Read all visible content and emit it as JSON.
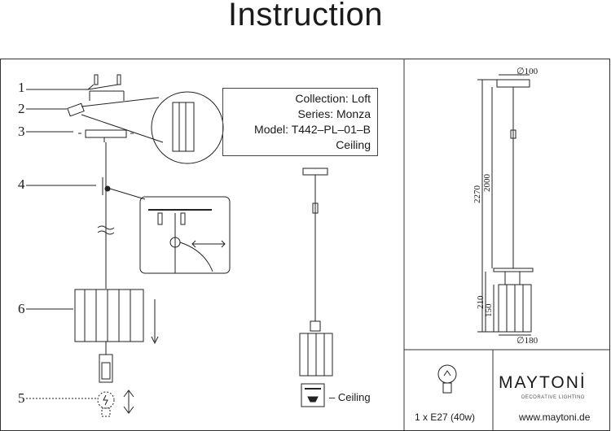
{
  "title": "Instruction",
  "callouts": [
    "1",
    "2",
    "3",
    "4",
    "5",
    "6"
  ],
  "product_info": {
    "collection": "Collection: Loft",
    "series": "Series: Monza",
    "model": "Model: T442–PL–01–B",
    "mount": "Ceiling"
  },
  "dimensions": {
    "canopy_diameter": "∅100",
    "total_height": "2270",
    "cord_length": "2000",
    "shade_with_holder": "210",
    "shade_height": "150",
    "shade_diameter": "∅180"
  },
  "legend": {
    "ceiling": "– Ceiling"
  },
  "bulb": {
    "spec": "1 x E27 (40w)",
    "icon": "bulb-icon"
  },
  "brand": {
    "name": "MAYTONİ",
    "tagline": "DECORATIVE LIGHTING",
    "url": "www.maytoni.de"
  }
}
